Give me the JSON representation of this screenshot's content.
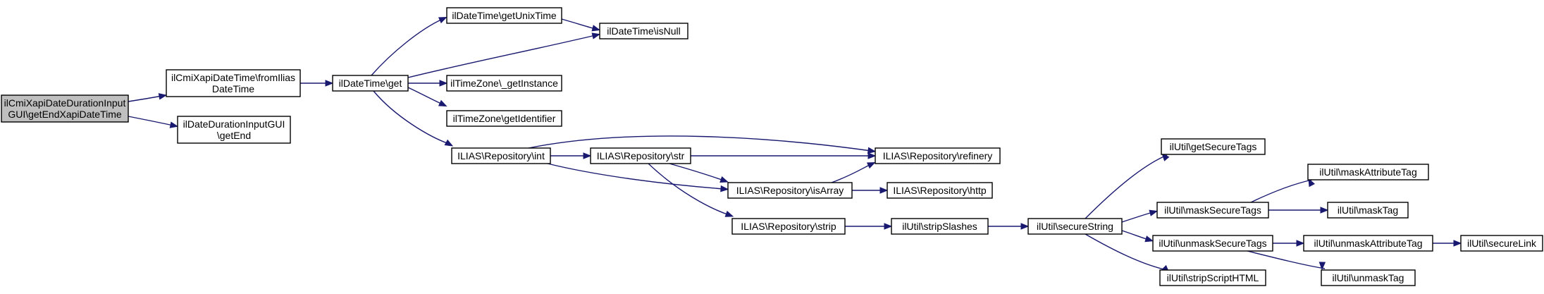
{
  "graph": {
    "nodes": [
      {
        "id": "root",
        "lines": [
          "ilCmiXapiDateDurationInput",
          "GUI\\getEndXapiDateTime"
        ],
        "root": true
      },
      {
        "id": "fromIlias",
        "lines": [
          "ilCmiXapiDateTime\\fromIlias",
          "DateTime"
        ]
      },
      {
        "id": "getEnd",
        "lines": [
          "ilDateDurationInputGUI",
          "\\getEnd"
        ]
      },
      {
        "id": "dtGet",
        "lines": [
          "ilDateTime\\get"
        ]
      },
      {
        "id": "getUnix",
        "lines": [
          "ilDateTime\\getUnixTime"
        ]
      },
      {
        "id": "isNull",
        "lines": [
          "ilDateTime\\isNull"
        ]
      },
      {
        "id": "tzInst",
        "lines": [
          "ilTimeZone\\_getInstance"
        ]
      },
      {
        "id": "tzId",
        "lines": [
          "ilTimeZone\\getIdentifier"
        ]
      },
      {
        "id": "repInt",
        "lines": [
          "ILIAS\\Repository\\int"
        ]
      },
      {
        "id": "repStr",
        "lines": [
          "ILIAS\\Repository\\str"
        ]
      },
      {
        "id": "repRefinery",
        "lines": [
          "ILIAS\\Repository\\refinery"
        ]
      },
      {
        "id": "repIsArray",
        "lines": [
          "ILIAS\\Repository\\isArray"
        ]
      },
      {
        "id": "repHttp",
        "lines": [
          "ILIAS\\Repository\\http"
        ]
      },
      {
        "id": "repStrip",
        "lines": [
          "ILIAS\\Repository\\strip"
        ]
      },
      {
        "id": "stripSlashes",
        "lines": [
          "ilUtil\\stripSlashes"
        ]
      },
      {
        "id": "secureString",
        "lines": [
          "ilUtil\\secureString"
        ]
      },
      {
        "id": "getSecureTags",
        "lines": [
          "ilUtil\\getSecureTags"
        ]
      },
      {
        "id": "maskSecureTags",
        "lines": [
          "ilUtil\\maskSecureTags"
        ]
      },
      {
        "id": "unmaskSecureTags",
        "lines": [
          "ilUtil\\unmaskSecureTags"
        ]
      },
      {
        "id": "stripScriptHTML",
        "lines": [
          "ilUtil\\stripScriptHTML"
        ]
      },
      {
        "id": "maskAttributeTag",
        "lines": [
          "ilUtil\\maskAttributeTag"
        ]
      },
      {
        "id": "maskTag",
        "lines": [
          "ilUtil\\maskTag"
        ]
      },
      {
        "id": "unmaskAttributeTag",
        "lines": [
          "ilUtil\\unmaskAttributeTag"
        ]
      },
      {
        "id": "unmaskTag",
        "lines": [
          "ilUtil\\unmaskTag"
        ]
      },
      {
        "id": "secureLink",
        "lines": [
          "ilUtil\\secureLink"
        ]
      }
    ],
    "edges": [
      [
        "root",
        "fromIlias"
      ],
      [
        "root",
        "getEnd"
      ],
      [
        "fromIlias",
        "dtGet"
      ],
      [
        "dtGet",
        "getUnix"
      ],
      [
        "dtGet",
        "isNull"
      ],
      [
        "getUnix",
        "isNull"
      ],
      [
        "dtGet",
        "tzInst"
      ],
      [
        "dtGet",
        "tzId"
      ],
      [
        "dtGet",
        "repInt"
      ],
      [
        "repInt",
        "repRefinery"
      ],
      [
        "repInt",
        "repStr"
      ],
      [
        "repInt",
        "repIsArray"
      ],
      [
        "repStr",
        "repRefinery"
      ],
      [
        "repStr",
        "repIsArray"
      ],
      [
        "repStr",
        "repStrip"
      ],
      [
        "repIsArray",
        "repRefinery"
      ],
      [
        "repIsArray",
        "repHttp"
      ],
      [
        "repStrip",
        "stripSlashes"
      ],
      [
        "stripSlashes",
        "secureString"
      ],
      [
        "secureString",
        "getSecureTags"
      ],
      [
        "secureString",
        "maskSecureTags"
      ],
      [
        "secureString",
        "unmaskSecureTags"
      ],
      [
        "secureString",
        "stripScriptHTML"
      ],
      [
        "maskSecureTags",
        "maskAttributeTag"
      ],
      [
        "maskSecureTags",
        "maskTag"
      ],
      [
        "unmaskSecureTags",
        "unmaskAttributeTag"
      ],
      [
        "unmaskSecureTags",
        "unmaskTag"
      ],
      [
        "unmaskAttributeTag",
        "secureLink"
      ]
    ]
  },
  "colors": {
    "edge": "#191970",
    "root_fill": "#bfbfbf",
    "node_fill": "#ffffff",
    "node_border": "#000000"
  }
}
